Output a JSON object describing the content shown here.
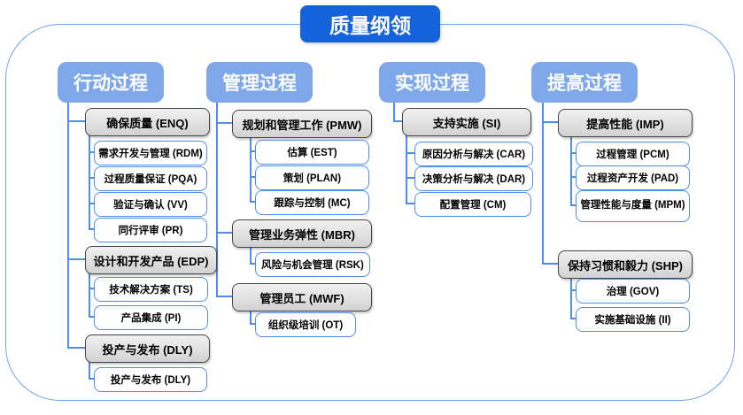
{
  "title": "质量纲领",
  "colors": {
    "title_bg": "#1463DB",
    "header_bg": "#7FA8EA",
    "node_border_blue": "#4E8EE8",
    "connector_line": "#4E8EE8",
    "outer_border": "#6FA3F2",
    "gray_fill": "#D9D9D9",
    "gray_border": "#454545"
  },
  "columns": [
    {
      "id": "action",
      "header": "行动过程",
      "groups": [
        {
          "label": "确保质量 (ENQ)",
          "children": [
            "需求开发与管理 (RDM)",
            "过程质量保证 (PQA)",
            "验证与确认 (VV)",
            "同行评审 (PR)"
          ]
        },
        {
          "label": "设计和开发产品 (EDP)",
          "children": [
            "技术解决方案 (TS)",
            "产品集成 (PI)"
          ]
        },
        {
          "label": "投产与发布 (DLY)",
          "children": [
            "投产与发布 (DLY)"
          ]
        }
      ]
    },
    {
      "id": "management",
      "header": "管理过程",
      "groups": [
        {
          "label": "规划和管理工作 (PMW)",
          "children": [
            "估算 (EST)",
            "策划 (PLAN)",
            "跟踪与控制 (MC)"
          ]
        },
        {
          "label": "管理业务弹性 (MBR)",
          "children": [
            "风险与机会管理 (RSK)"
          ]
        },
        {
          "label": "管理员工 (MWF)",
          "children": [
            "组织级培训 (OT)"
          ]
        }
      ]
    },
    {
      "id": "realization",
      "header": "实现过程",
      "groups": [
        {
          "label": "支持实施 (SI)",
          "children": [
            "原因分析与解决 (CAR)",
            "决策分析与解决 (DAR)",
            "配置管理 (CM)"
          ]
        }
      ]
    },
    {
      "id": "improvement",
      "header": "提高过程",
      "groups": [
        {
          "label": "提高性能 (IMP)",
          "children": [
            "过程管理 (PCM)",
            "过程资产开发 (PAD)",
            "管理性能与度量 (MPM)"
          ]
        },
        {
          "label": "保持习惯和毅力 (SHP)",
          "children": [
            "治理 (GOV)",
            "实施基础设施 (II)"
          ]
        }
      ]
    }
  ]
}
